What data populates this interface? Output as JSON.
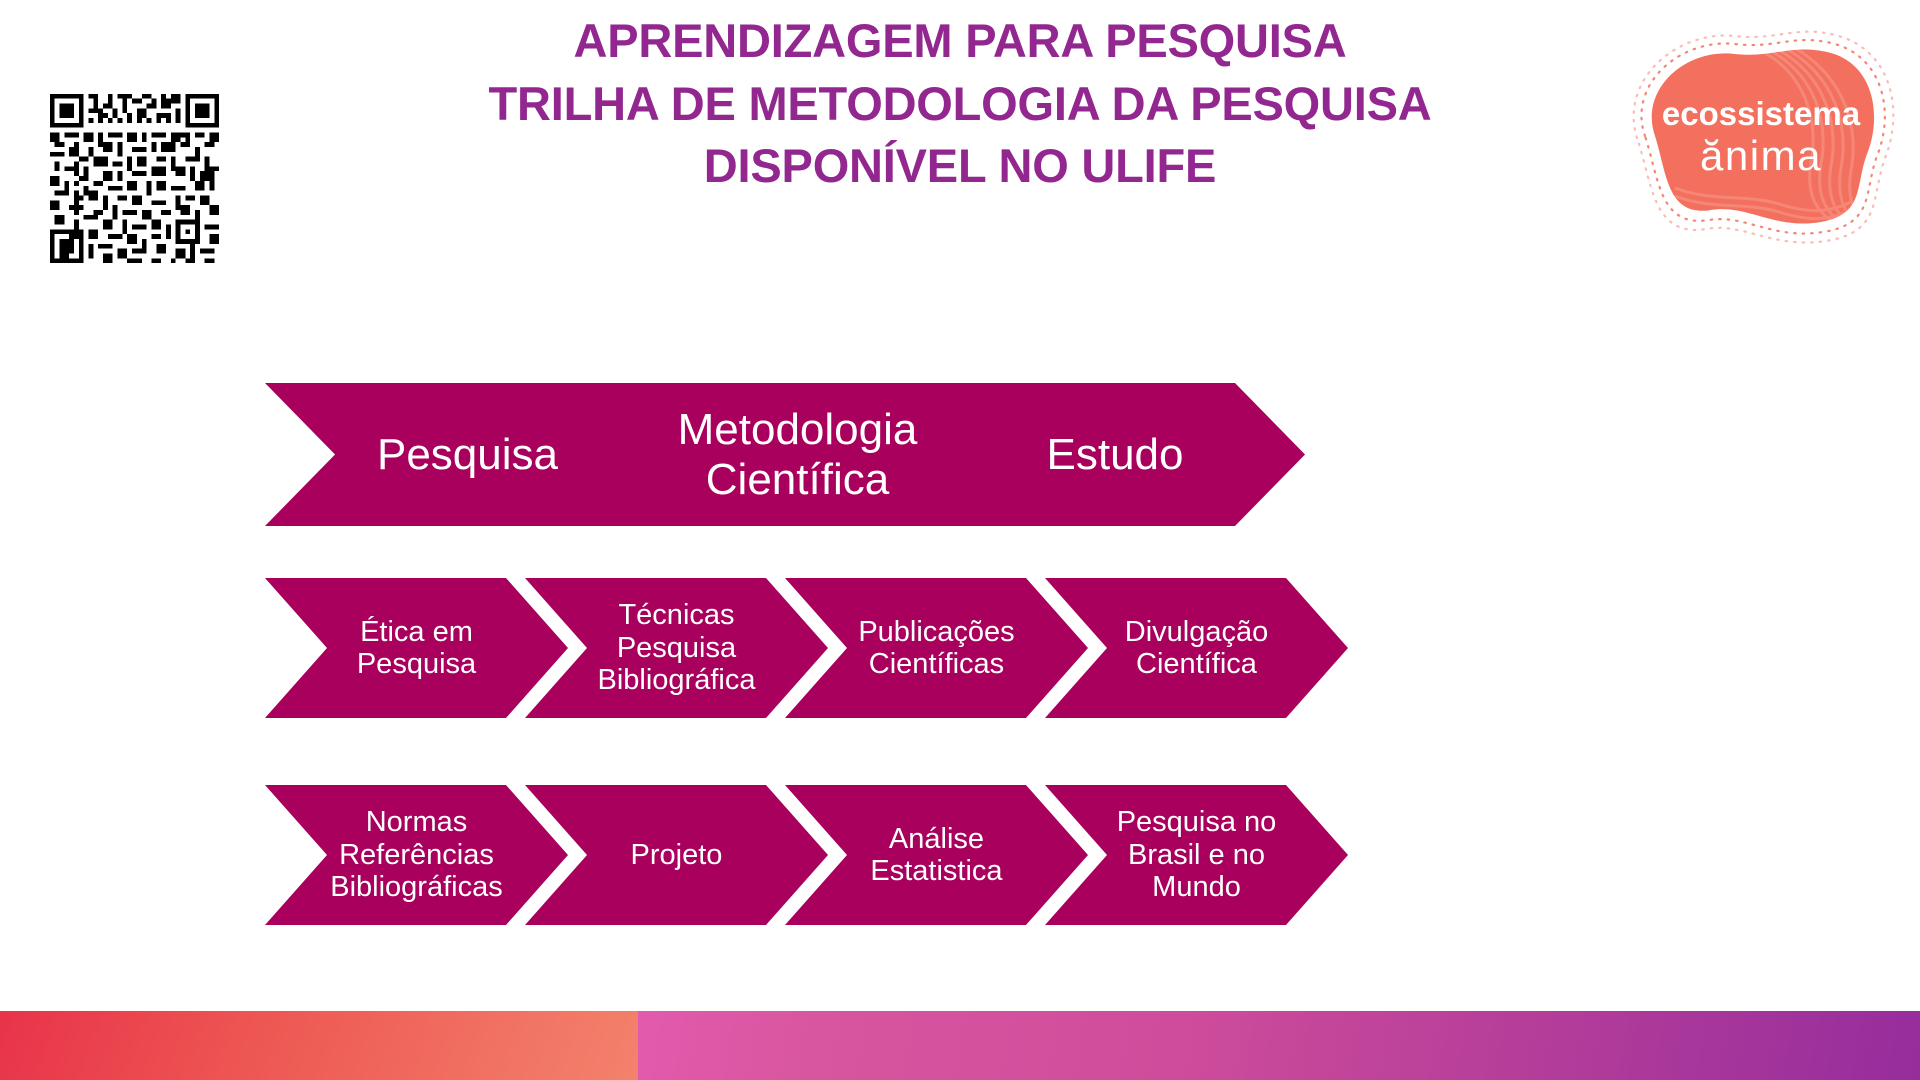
{
  "slide": {
    "background_color": "#FFFFFF",
    "accent_magenta": "#A8005C",
    "title_purple": "#922790",
    "logo_coral": "#F4705E"
  },
  "title": {
    "line1": "APRENDIZAGEM PARA PESQUISA",
    "line2": "TRILHA DE METODOLOGIA DA PESQUISA",
    "line3": "DISPONÍVEL NO ULIFE"
  },
  "qr_code": {
    "name": "qr-code",
    "description": "QR code"
  },
  "logo": {
    "line1": "ecossistema",
    "line2": "ănima"
  },
  "flow": {
    "row1": [
      {
        "label": "Pesquisa"
      },
      {
        "label": "Metodologia\nCientífica"
      },
      {
        "label": "Estudo"
      }
    ],
    "row2": [
      {
        "label": "Ética em\nPesquisa"
      },
      {
        "label": "Técnicas\nPesquisa\nBibliográfica"
      },
      {
        "label": "Publicações\nCientíficas"
      },
      {
        "label": "Divulgação\nCientífica"
      }
    ],
    "row3": [
      {
        "label": "Normas\nReferências\nBibliográficas"
      },
      {
        "label": "Projeto"
      },
      {
        "label": "Análise\nEstatistica"
      },
      {
        "label": "Pesquisa no\nBrasil e no\nMundo"
      }
    ]
  },
  "footer_bar": {
    "left_gradient": [
      "#E8334A",
      "#F3826C"
    ],
    "right_gradient": [
      "#E25AAD",
      "#962D9C"
    ]
  }
}
